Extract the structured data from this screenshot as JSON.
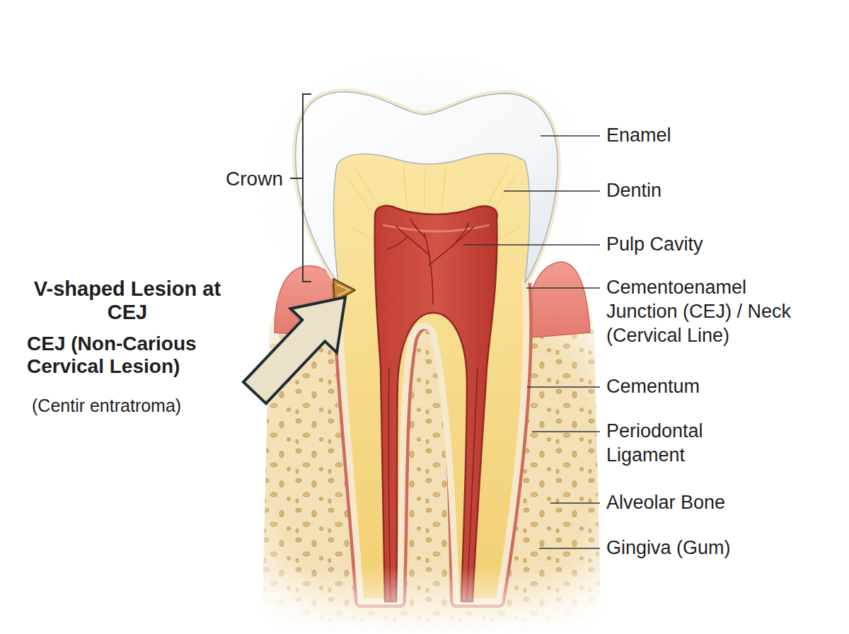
{
  "diagram": {
    "labels": [
      "Crown",
      "Enamel",
      "Dentin",
      "Pulp Cavity",
      "Cementoenamel Junction (CEJ) / Neck (Cervical Line)",
      "Cementum",
      "Periodontal Ligament",
      "Alveolar Bone",
      "Gingiva (Gum)",
      "V-shaped Lesion at CEJ",
      "CEJ (Non-Carious Cervical Lesion)",
      "(Centir entratroma)"
    ]
  }
}
